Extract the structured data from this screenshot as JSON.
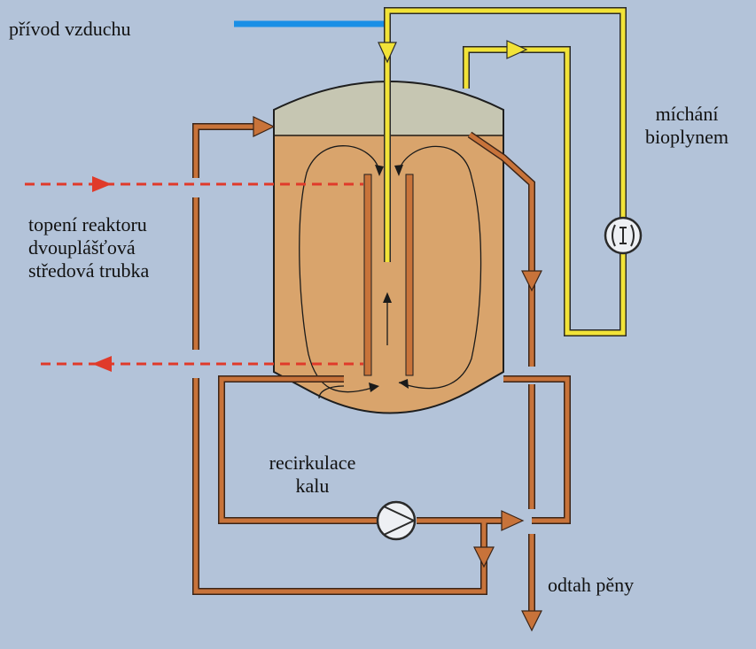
{
  "labels": {
    "air_inlet": "přívod vzduchu",
    "mixing_line1": "míchání",
    "mixing_line2": "bioplynem",
    "heating_line1": "topení reaktoru",
    "heating_line2": "dvouplášťová",
    "heating_line3": "středová trubka",
    "recirc_line1": "recirkulace",
    "recirc_line2": "kalu",
    "foam_removal": "odtah pěny"
  },
  "colors": {
    "background": "#b3c3d9",
    "sludge": "#d9a46c",
    "gas_space": "#c6c6b2",
    "vessel_outline": "#1e1e1e",
    "sludge_pipe": "#c8733a",
    "gas_pipe": "#f2e338",
    "air_pipe": "#1a8fe6",
    "heating_line": "#e03a2a"
  },
  "icons": {
    "pump": "circulation-pump-icon",
    "compressor": "gas-compressor-icon"
  }
}
